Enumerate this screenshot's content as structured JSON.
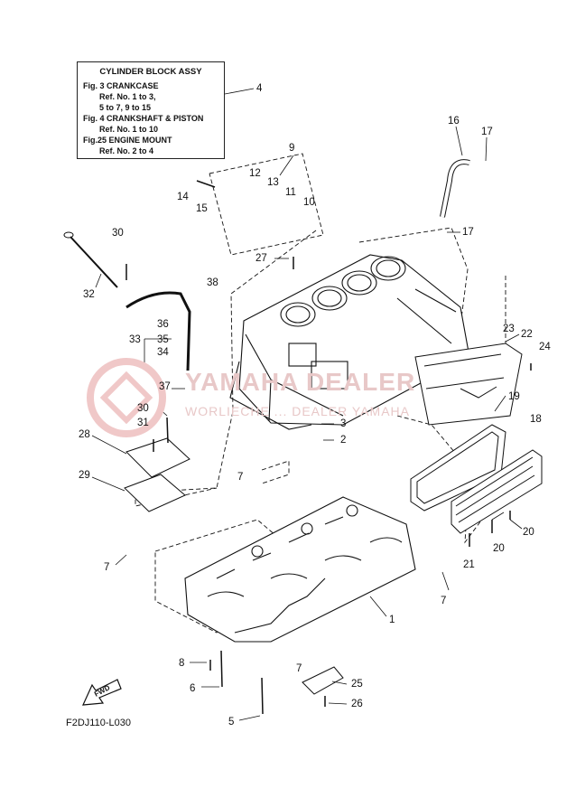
{
  "legend": {
    "title": "CYLINDER BLOCK ASSY",
    "lines": [
      {
        "text": "Fig.  3 CRANKCASE",
        "indent": false
      },
      {
        "text": "Ref. No. 1 to 3,",
        "indent": true
      },
      {
        "text": "5 to 7, 9 to 15",
        "indent": true
      },
      {
        "text": "Fig.  4 CRANKSHAFT & PISTON",
        "indent": false
      },
      {
        "text": "Ref. No. 1 to 10",
        "indent": true
      },
      {
        "text": "Fig.25 ENGINE MOUNT",
        "indent": false
      },
      {
        "text": "Ref. No. 2 to 4",
        "indent": true
      }
    ]
  },
  "watermark": {
    "text": "YAMAHA DEALER",
    "subtext": "WORLIECHE ... DEALER YAMAHA"
  },
  "diagram_code": "F2DJ110-L030",
  "fwd_label": "FWD",
  "callouts": [
    "4",
    "16",
    "17",
    "9",
    "12",
    "13",
    "14",
    "15",
    "11",
    "10",
    "17",
    "30",
    "27",
    "32",
    "38",
    "36",
    "35",
    "33",
    "34",
    "23",
    "22",
    "24",
    "37",
    "19",
    "30",
    "18",
    "31",
    "3",
    "2",
    "28",
    "7",
    "29",
    "20",
    "20",
    "21",
    "7",
    "7",
    "1",
    "7",
    "8",
    "25",
    "6",
    "26",
    "5"
  ]
}
